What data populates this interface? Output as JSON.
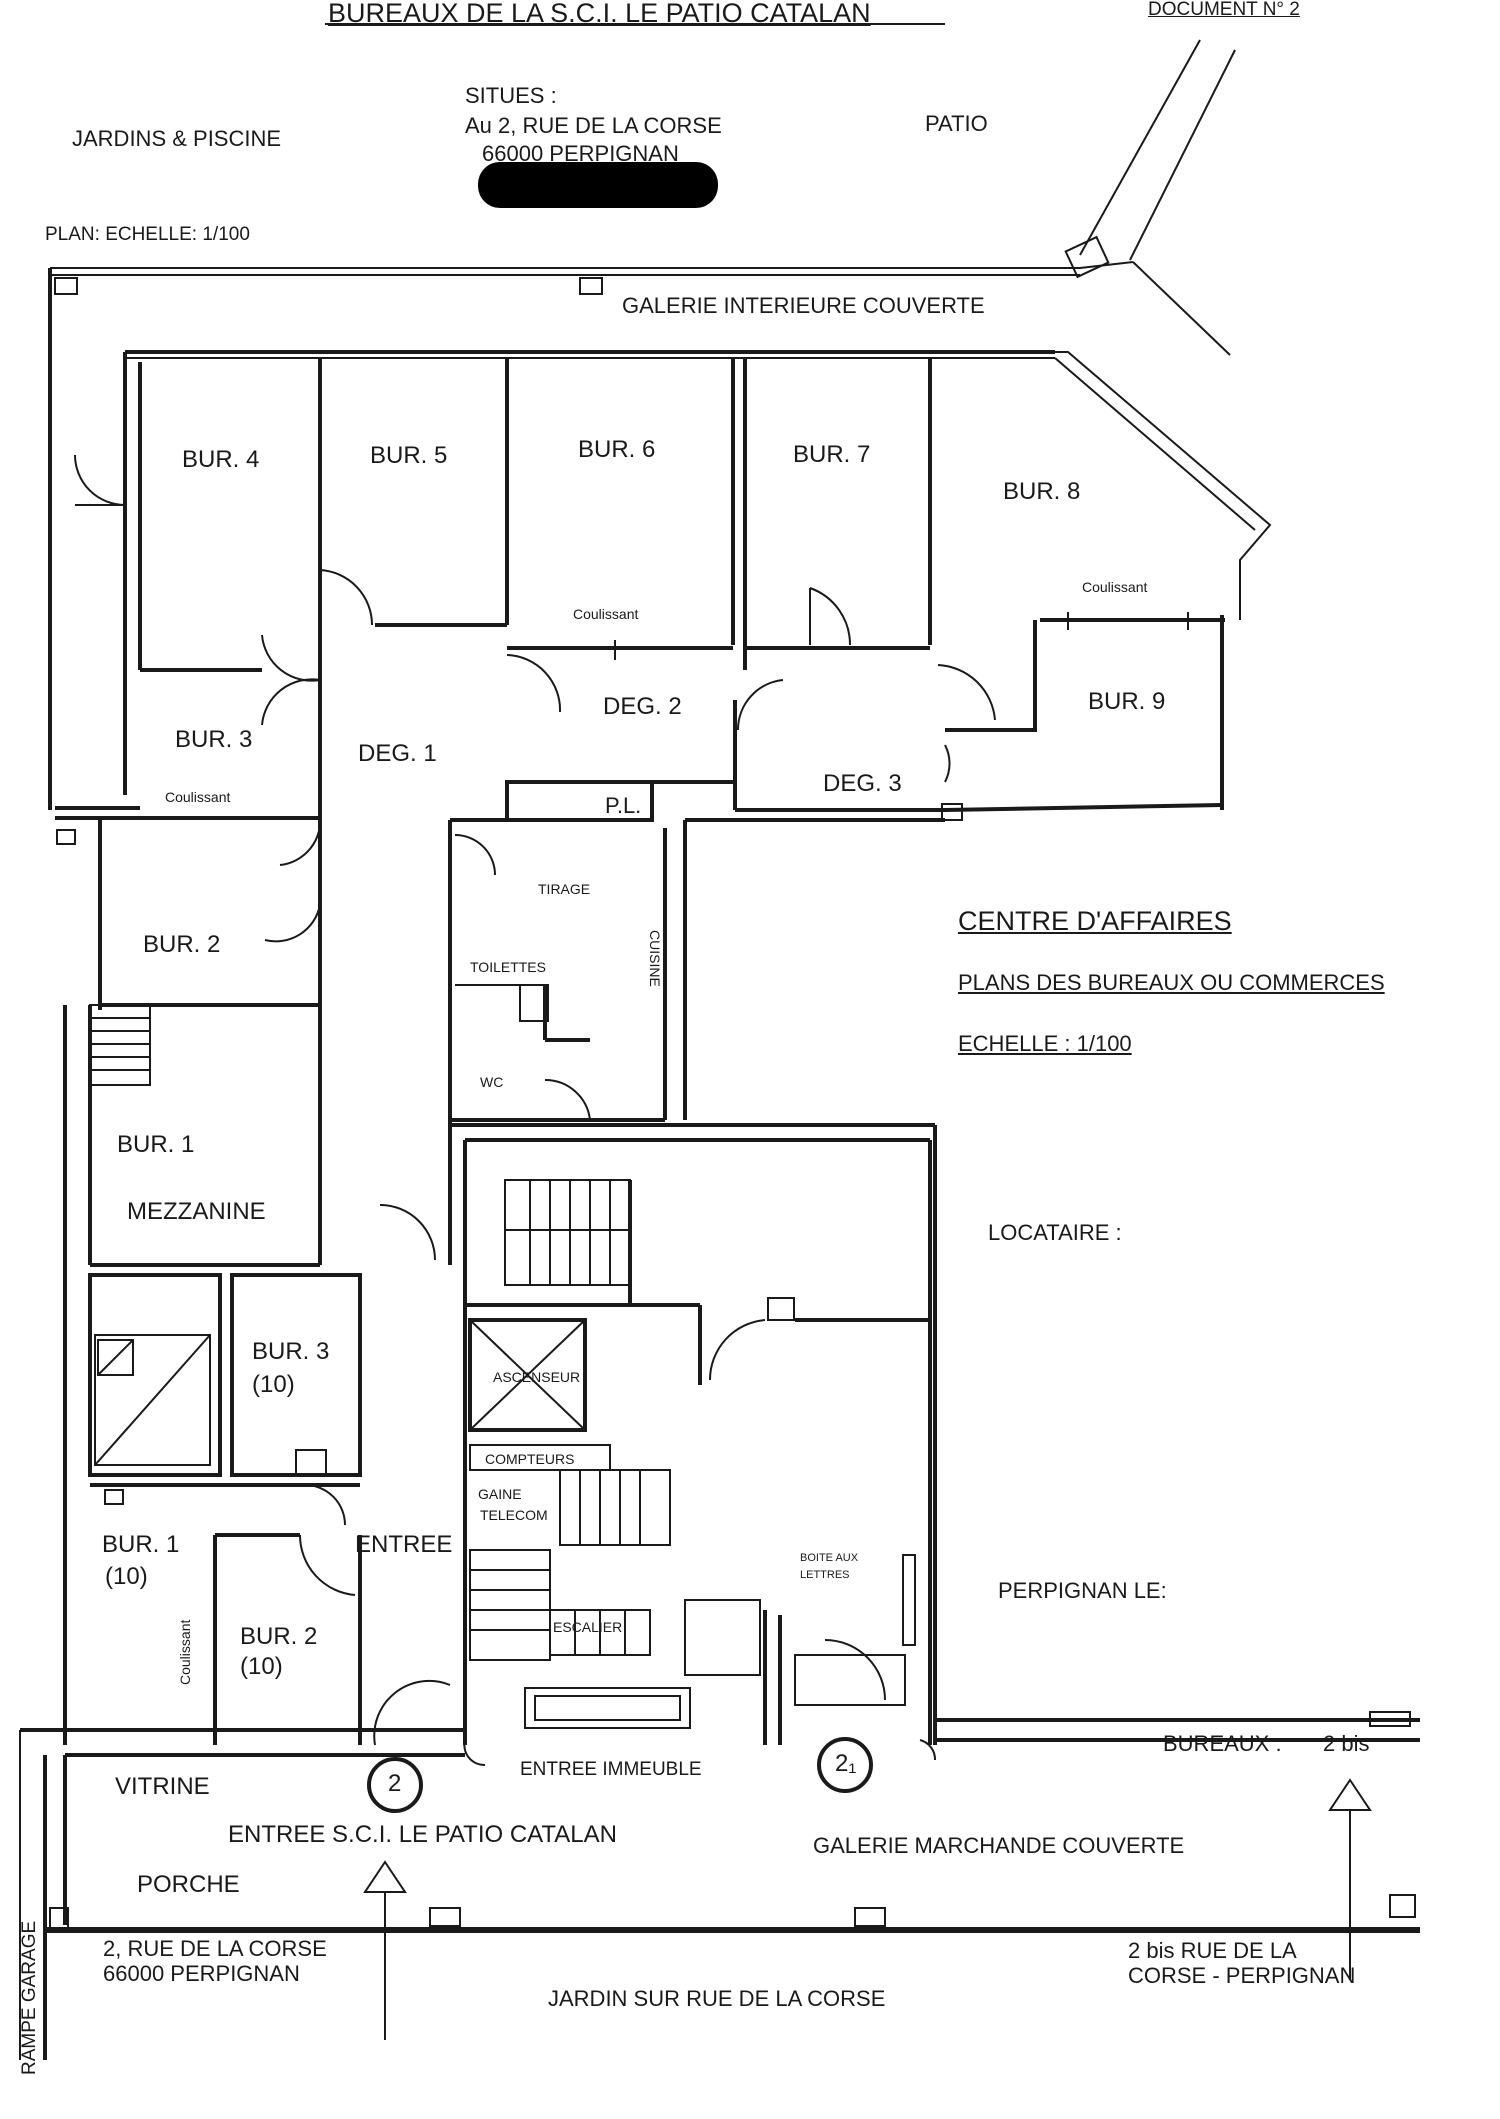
{
  "header": {
    "title": "BUREAUX DE LA S.C.I. LE PATIO CATALAN",
    "document": "DOCUMENT N° 2",
    "situes": "SITUES :",
    "address_line1": "Au 2, RUE DE LA CORSE",
    "address_line2": "66000 PERPIGNAN",
    "jardins": "JARDINS & PISCINE",
    "patio": "PATIO",
    "scale": "PLAN: ECHELLE: 1/100"
  },
  "areas": {
    "galerie_interieure": "GALERIE INTERIEURE COUVERTE",
    "bur4": "BUR. 4",
    "bur5": "BUR. 5",
    "bur6": "BUR. 6",
    "bur7": "BUR. 7",
    "bur8": "BUR. 8",
    "bur9": "BUR. 9",
    "bur3": "BUR. 3",
    "bur2": "BUR. 2",
    "bur1": "BUR. 1",
    "mezzanine": "MEZZANINE",
    "deg1": "DEG. 1",
    "deg2": "DEG. 2",
    "deg3": "DEG. 3",
    "coulissant": "Coulissant",
    "pl": "P.L.",
    "tirage": "TIRAGE",
    "toilettes": "TOILETTES",
    "cuisine": "CUISINE",
    "wc": "WC",
    "bur3_10": "BUR. 3",
    "bur3_10b": "(10)",
    "bur1_10": "BUR. 1",
    "bur1_10b": "(10)",
    "bur2_10": "BUR. 2",
    "bur2_10b": "(10)",
    "entree": "ENTREE",
    "ascenseur": "ASCENSEUR",
    "compteurs": "COMPTEURS",
    "gaine": "GAINE",
    "telecom": "TELECOM",
    "boite": "BOITE AUX",
    "lettres": "LETTRES",
    "escalier": "ESCALIER",
    "entree_immeuble": "ENTREE IMMEUBLE",
    "vitrine": "VITRINE",
    "porche": "PORCHE",
    "entree_sci": "ENTREE S.C.I. LE PATIO CATALAN",
    "galerie_marchande": "GALERIE MARCHANDE COUVERTE",
    "bureaux": "BUREAUX :",
    "bureaux_num": "2 bis",
    "num2": "2",
    "num21": "2₁",
    "addr_left1": "2, RUE DE LA CORSE",
    "addr_left2": "66000 PERPIGNAN",
    "addr_right1": "2 bis RUE DE LA",
    "addr_right2": "CORSE - PERPIGNAN",
    "jardin_rue": "JARDIN SUR RUE DE LA CORSE",
    "rampe": "RAMPE GARAGE"
  },
  "legend": {
    "centre": "CENTRE D'AFFAIRES",
    "plans": "PLANS DES BUREAUX OU COMMERCES",
    "echelle": "ECHELLE : 1/100",
    "locataire": "LOCATAIRE :",
    "perpignan_le": "PERPIGNAN LE:"
  }
}
